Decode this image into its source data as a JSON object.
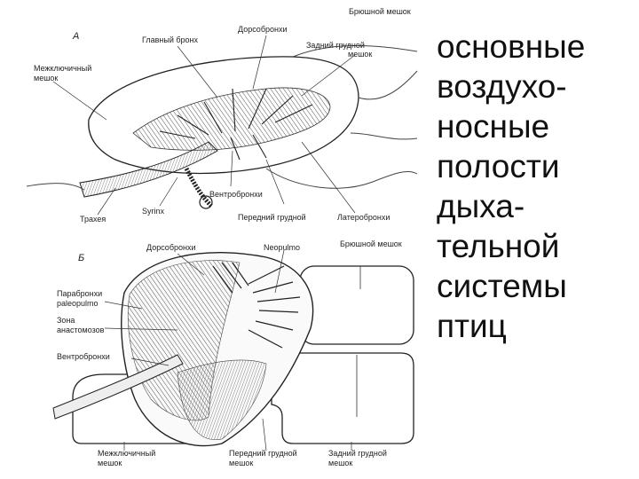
{
  "caption": {
    "lines": [
      "основные",
      "воздухо-",
      "носные",
      "полости",
      "дыха-",
      "тельной",
      "системы",
      "птиц"
    ]
  },
  "panel_a": {
    "letter": "А",
    "labels": {
      "dorsobronchi": "Дорсобронхи",
      "abdominal_sac": "Брюшной мешок",
      "main_bronchus": "Главный бронх",
      "posterior_thoracic_sac_1": "Задний грудной",
      "posterior_thoracic_sac_2": "мешок",
      "interclavicular_sac_1": "Межключичный",
      "interclavicular_sac_2": "мешок",
      "ventrobronchi": "Вентробронхи",
      "trachea": "Трахея",
      "syrinx": "Syrinx",
      "anterior_thoracic_sac": "Передний грудной",
      "laterobronchi": "Латеробронхи"
    }
  },
  "panel_b": {
    "letter": "Б",
    "labels": {
      "dorsobronchi": "Дорсобронхи",
      "neopulmo": "Neopulmo",
      "abdominal_sac": "Брюшной мешок",
      "parabronchi_1": "Парабронхи",
      "parabronchi_2": "paleopulmo",
      "anastomosis_zone_1": "Зона",
      "anastomosis_zone_2": "анастомозов",
      "ventrobronchi": "Вентробронхи",
      "interclavicular_sac_1": "Межключичный",
      "interclavicular_sac_2": "мешок",
      "anterior_thoracic_sac_1": "Передний грудной",
      "anterior_thoracic_sac_2": "мешок",
      "posterior_thoracic_sac_1": "Задний грудной",
      "posterior_thoracic_sac_2": "мешок"
    }
  }
}
